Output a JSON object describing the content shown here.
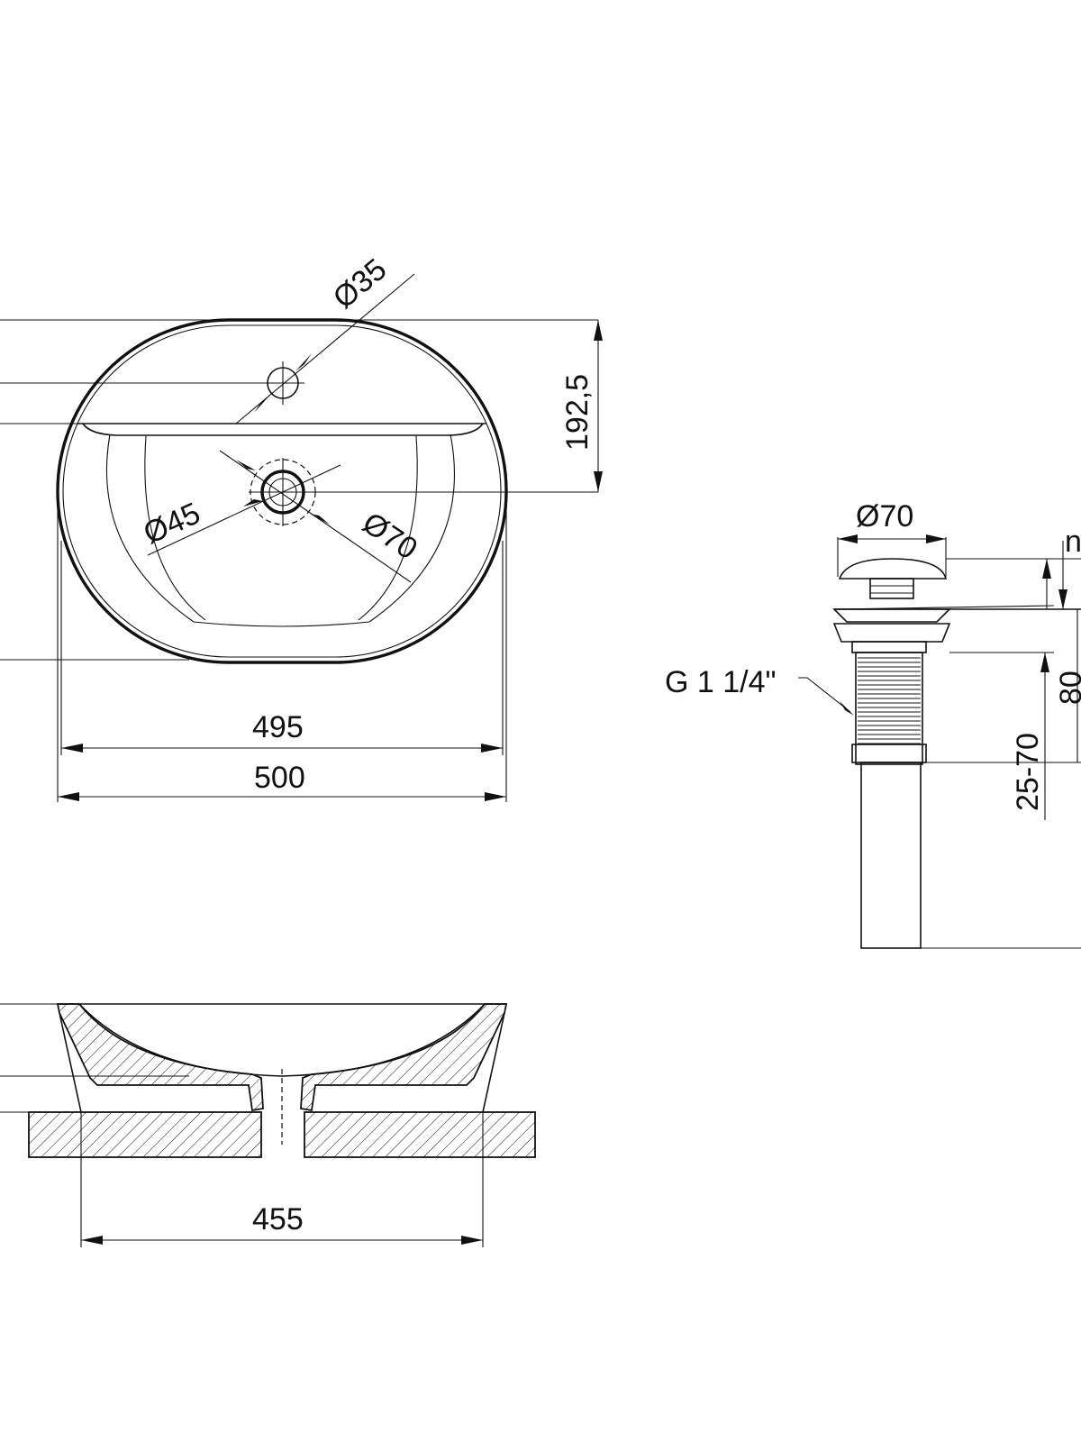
{
  "colors": {
    "line": "#111111",
    "background": "#ffffff",
    "hatch": "#111111"
  },
  "top_view": {
    "dim_tap_hole": "Ø35",
    "dim_height": "192,5",
    "dim_waste_inner": "Ø45",
    "dim_waste_outer": "Ø70",
    "dim_inner_width": "495",
    "dim_outer_width": "500"
  },
  "side_view": {
    "dim_base_width": "455"
  },
  "drain_view": {
    "dim_cap": "Ø70",
    "dim_thread": "G 1 1/4\"",
    "dim_range": "25-70",
    "dim_partial_height": "80",
    "dim_partial_top": "n"
  }
}
